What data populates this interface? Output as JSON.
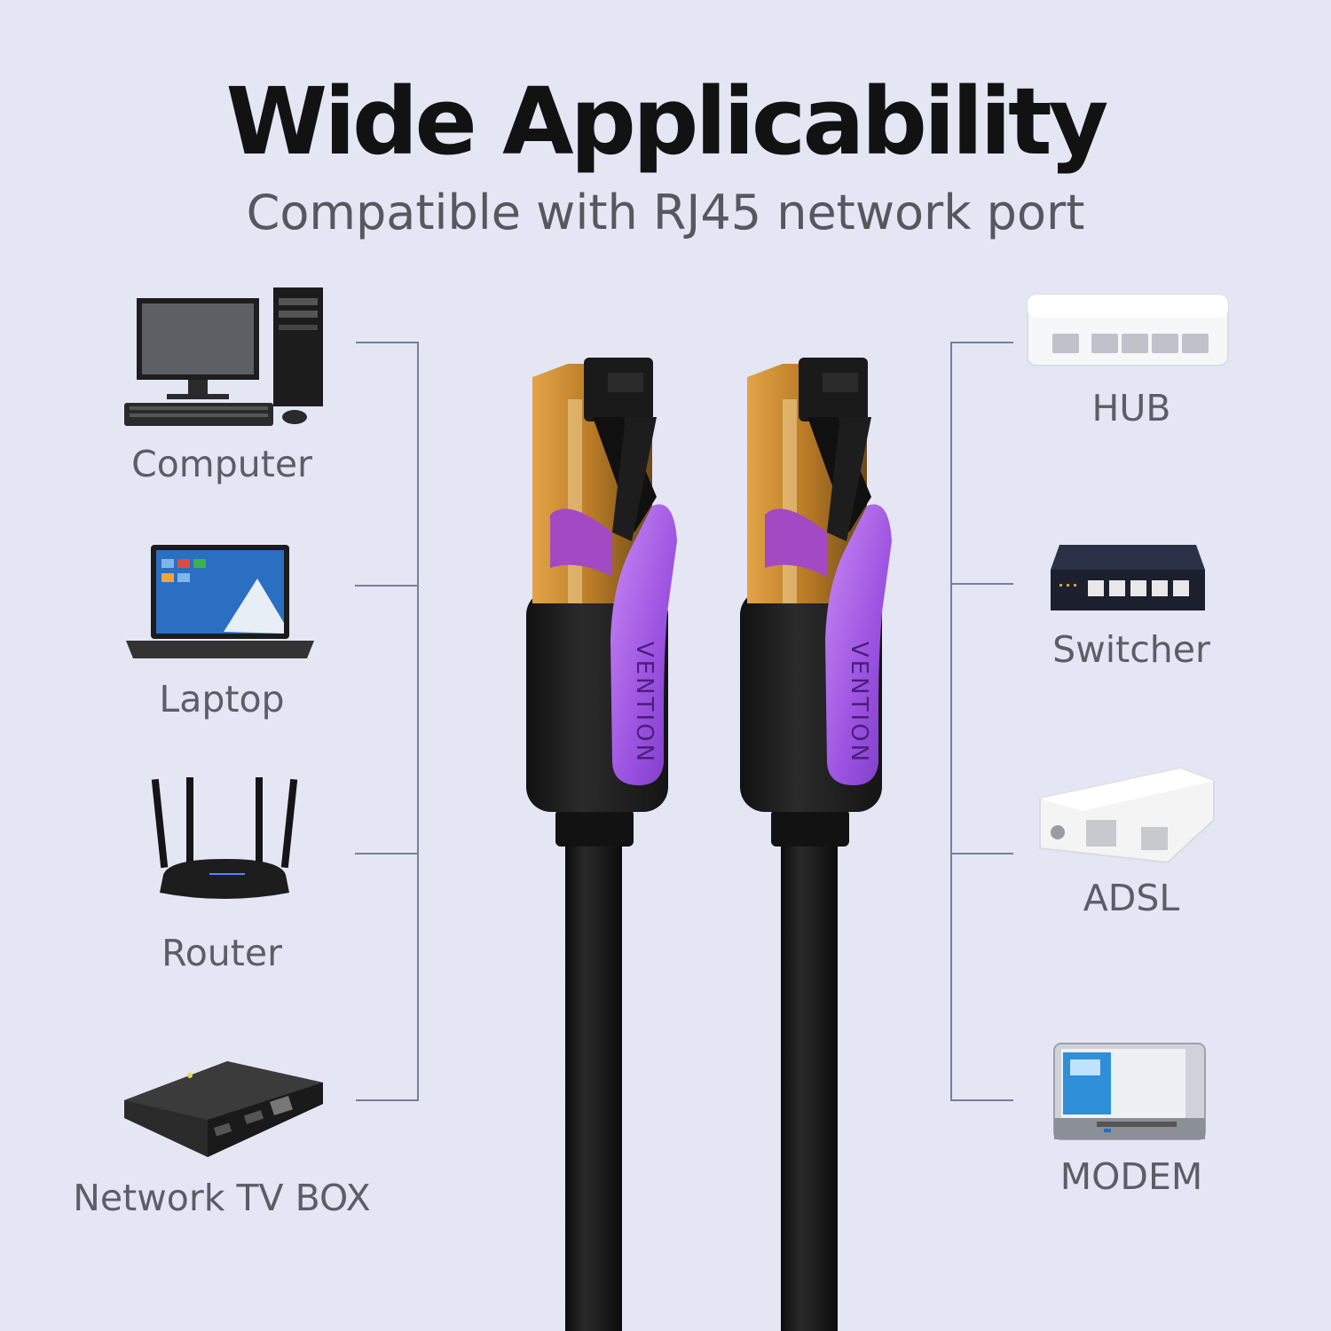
{
  "header": {
    "title": "Wide Applicability",
    "subtitle": "Compatible with RJ45 network port"
  },
  "left_devices": [
    {
      "label": "Computer",
      "icon": "desktop-computer-icon"
    },
    {
      "label": "Laptop",
      "icon": "laptop-icon"
    },
    {
      "label": "Router",
      "icon": "wifi-router-icon"
    },
    {
      "label": "Network TV BOX",
      "icon": "tv-box-icon"
    }
  ],
  "right_devices": [
    {
      "label": "HUB",
      "icon": "hub-icon"
    },
    {
      "label": "Switcher",
      "icon": "network-switch-icon"
    },
    {
      "label": "ADSL",
      "icon": "adsl-box-icon"
    },
    {
      "label": "MODEM",
      "icon": "modem-icon"
    }
  ],
  "cable": {
    "brand_text": "VENTION",
    "colors": {
      "jacket": "#151515",
      "shield": "#c8892f",
      "tab": "#9b52e0",
      "connector_body": "#1c1c1c"
    }
  },
  "colors": {
    "background": "#e4e6f4",
    "bracket_line": "#7a7f96",
    "title": "#121212",
    "text": "#5b5e66"
  }
}
